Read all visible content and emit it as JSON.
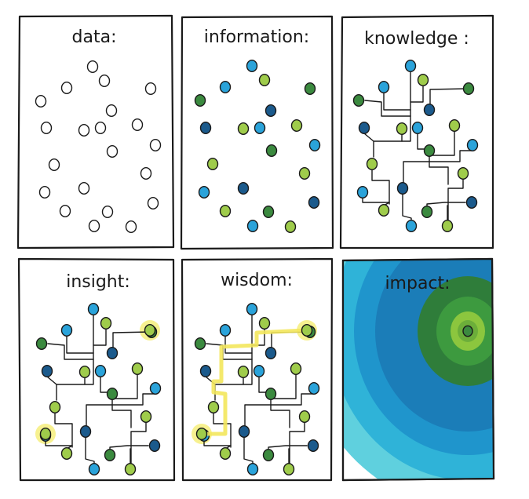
{
  "panels": [
    {
      "id": "data",
      "title": "data:"
    },
    {
      "id": "information",
      "title": "information:"
    },
    {
      "id": "knowledge",
      "title": "knowledge :"
    },
    {
      "id": "insight",
      "title": "insight:"
    },
    {
      "id": "wisdom",
      "title": "wisdom:"
    },
    {
      "id": "impact",
      "title": "impact:"
    }
  ],
  "colors": {
    "ink": "#1a1a1a",
    "dot_palette": [
      "#3b8a3f",
      "#9fcc4b",
      "#2aa3da",
      "#1b5a8c"
    ],
    "highlight": "#f3e75c",
    "impact_rings": [
      "#5fd0de",
      "#2fb3d8",
      "#1f95cc",
      "#1b7db8",
      "#2f7d3a",
      "#3d9a3f",
      "#8cc63e",
      "#6cae3a"
    ]
  },
  "icons": {
    "dot": "circle",
    "halo": "glow-circle"
  }
}
